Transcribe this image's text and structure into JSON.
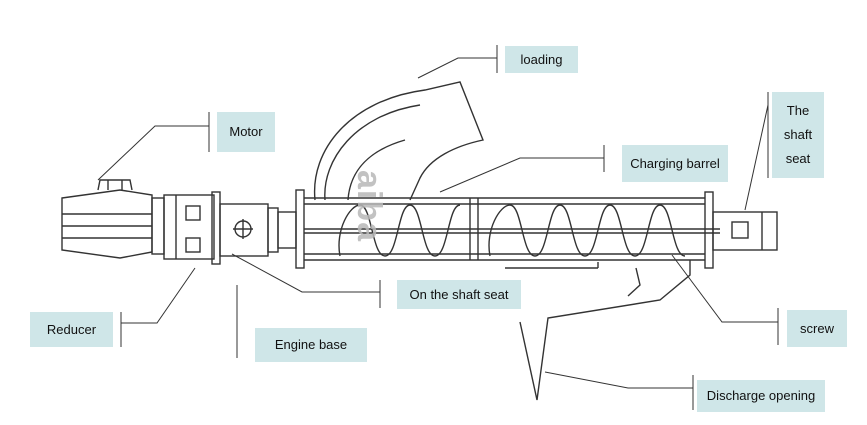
{
  "labels": {
    "loading": "loading",
    "motor": "Motor",
    "charging_barrel": "Charging barrel",
    "shaft_seat_line1": "The",
    "shaft_seat_line2": "shaft",
    "shaft_seat_line3": "seat",
    "on_shaft_seat": "On the shaft seat",
    "reducer": "Reducer",
    "engine_base": "Engine base",
    "screw": "screw",
    "discharge_opening": "Discharge opening"
  },
  "watermark": "aiba",
  "colors": {
    "label_fill": "#cfe6e8",
    "line": "#333333"
  }
}
